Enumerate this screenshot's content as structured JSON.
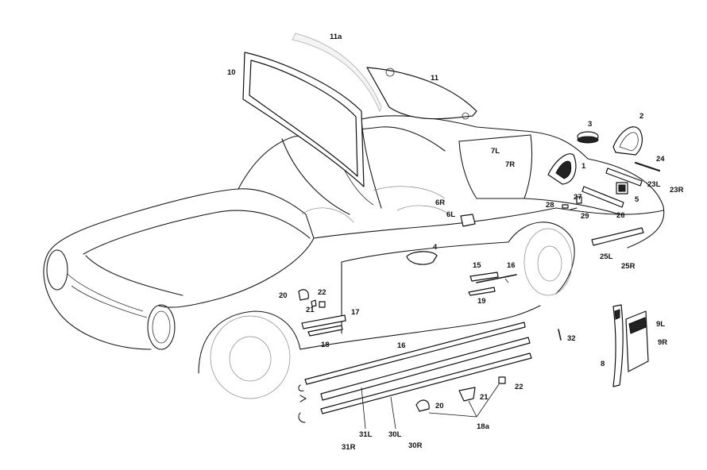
{
  "labels": {
    "p11a": "11a",
    "p10": "10",
    "p11": "11",
    "p3": "3",
    "p2": "2",
    "p7L": "7L",
    "p7R": "7R",
    "p1": "1",
    "p24": "24",
    "p23L": "23L",
    "p23R": "23R",
    "p27": "27",
    "p5": "5",
    "p6R": "6R",
    "p6L": "6L",
    "p28": "28",
    "p29": "29",
    "p26": "26",
    "p4": "4",
    "p25L": "25L",
    "p25R": "25R",
    "p15": "15",
    "p16a": "16",
    "p20a": "20",
    "p22a": "22",
    "p21a": "21",
    "p17": "17",
    "p19": "19",
    "p18": "18",
    "p16b": "16",
    "p32": "32",
    "p9L": "9L",
    "p9R": "9R",
    "p8": "8",
    "p22b": "22",
    "p21b": "21",
    "p20b": "20",
    "p18a": "18a",
    "p31L": "31L",
    "p30L": "30L",
    "p31R": "31R",
    "p30R": "30R"
  }
}
